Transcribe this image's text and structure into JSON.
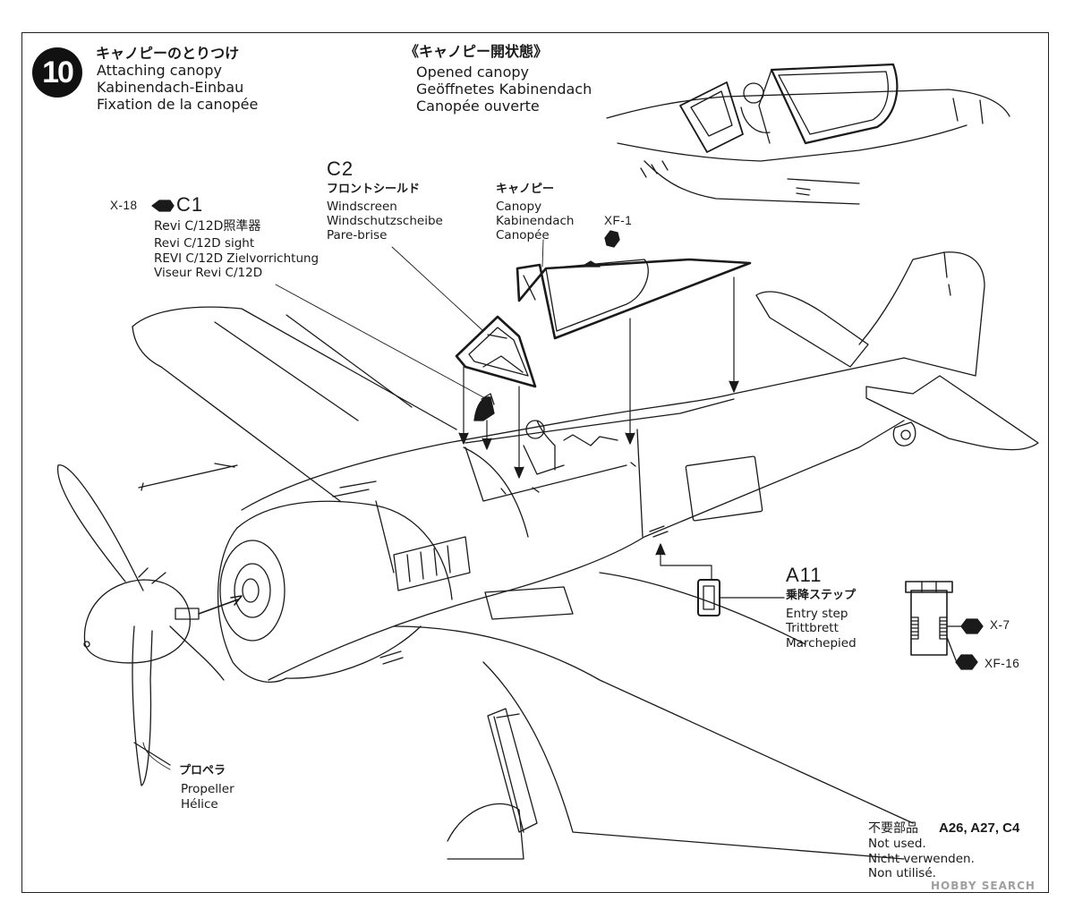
{
  "step": {
    "number": "10",
    "title_jp": "キャノピーのとりつけ",
    "title_en": "Attaching canopy",
    "title_de": "Kabinendach-Einbau",
    "title_fr": "Fixation de la canopée"
  },
  "opened_view": {
    "title_jp": "《キャノピー開状態》",
    "en": "Opened canopy",
    "de": "Geöffnetes Kabinendach",
    "fr": "Canopée ouverte"
  },
  "parts": {
    "c2": {
      "part": "C2",
      "jp": "フロントシールド",
      "en": "Windscreen",
      "de": "Windschutzscheibe",
      "fr": "Pare-brise"
    },
    "canopy": {
      "jp": "キャノピー",
      "en": "Canopy",
      "de": "Kabinendach",
      "fr": "Canopée"
    },
    "c1": {
      "paint": "X-18",
      "part": "C1",
      "jp": "Revi C/12D照準器",
      "en": "Revi C/12D sight",
      "de": "REVI C/12D Zielvorrichtung",
      "fr": "Viseur Revi C/12D"
    },
    "a11": {
      "part": "A11",
      "jp": "乗降ステップ",
      "en": "Entry step",
      "de": "Trittbrett",
      "fr": "Marchepied"
    },
    "propeller": {
      "jp": "プロペラ",
      "en": "Propeller",
      "fr": "Hélice"
    }
  },
  "paints": {
    "canopy_frame": "XF-1",
    "step_a": "X-7",
    "step_b": "XF-16"
  },
  "not_used": {
    "jp": "不要部品",
    "parts": "A26, A27, C4",
    "en": "Not used.",
    "de": "Nicht verwenden.",
    "fr": "Non utilisé."
  },
  "watermark": "HOBBY SEARCH",
  "colors": {
    "ink": "#1a1a1a",
    "paper": "#ffffff",
    "watermark": "#a0a0a0"
  }
}
